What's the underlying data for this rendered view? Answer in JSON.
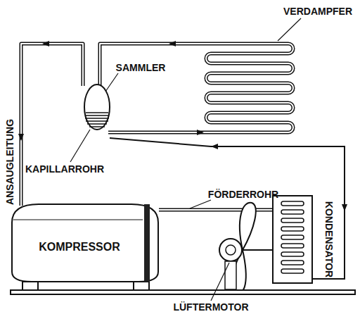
{
  "diagram": {
    "nodes": [
      {
        "text": [
          "KOMPRESSOR"
        ]
      }
    ],
    "labels": [
      "VERDAMPFER",
      "SAMMLER",
      "KAPILLARROHR",
      "ANSAUGLEITUNG",
      "FÖRDERROHR",
      "KONDENSATOR",
      "LÜFTERMOTOR"
    ]
  }
}
